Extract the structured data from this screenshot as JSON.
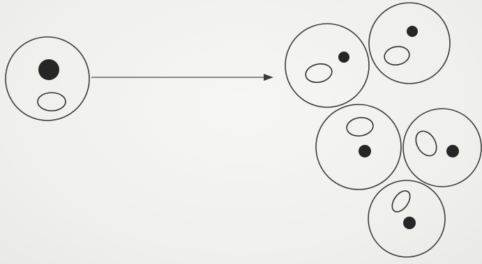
{
  "diagram": {
    "type": "cell-division-illustration",
    "colors": {
      "background": "#f2f2f0",
      "outline": "#3a3a3a",
      "nucleus": "#262626"
    },
    "source_cell": {
      "icon": "single-cell-icon",
      "components": [
        "membrane",
        "nucleus",
        "vacuole"
      ]
    },
    "arrow": {
      "icon": "right-arrow-icon",
      "direction": "right"
    },
    "result_cells": {
      "count": 5,
      "icon": "cell-cluster-icon",
      "components_per_cell": [
        "membrane",
        "nucleus",
        "vacuole"
      ]
    }
  }
}
